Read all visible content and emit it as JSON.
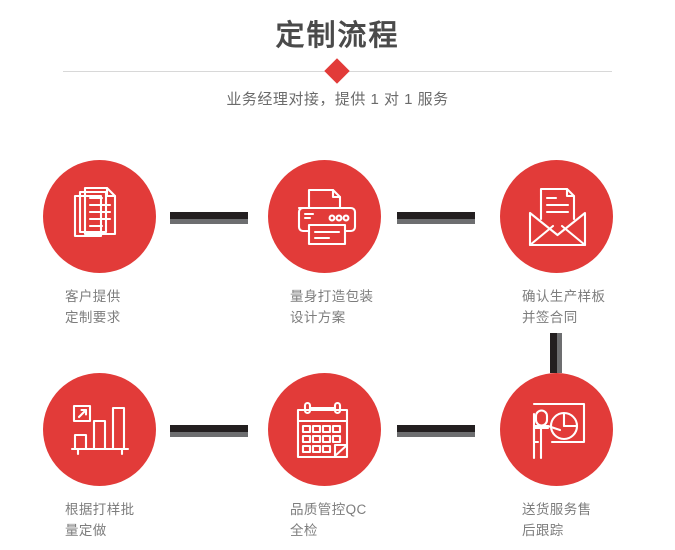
{
  "header": {
    "title": "定制流程",
    "subtitle": "业务经理对接，提供 1 对 1 服务",
    "divider_icon": "diamond-marker",
    "title_color": "#4a4a4a",
    "accent_color": "#e23b39",
    "divider_color": "#d8d8d8",
    "subtitle_color": "#6b6b6b"
  },
  "theme": {
    "circle_color": "#e23b39",
    "connector_color": "#231f20",
    "connector_shadow_color": "#6d6e70",
    "label_color": "#7d7d7d",
    "background": "#ffffff"
  },
  "steps": [
    {
      "index": "1",
      "icon": "documents-stack-icon",
      "label": "客户提供\n定制要求"
    },
    {
      "index": "2",
      "icon": "printer-icon",
      "label": "量身打造包装\n设计方案"
    },
    {
      "index": "3",
      "icon": "open-envelope-document-icon",
      "label": "确认生产样板\n并签合同"
    },
    {
      "index": "4",
      "icon": "bar-chart-growth-icon",
      "label": "根据打样批\n量定做"
    },
    {
      "index": "5",
      "icon": "calendar-icon",
      "label": "品质管控QC\n全检"
    },
    {
      "index": "6",
      "icon": "presenter-pie-chart-icon",
      "label": "送货服务售\n后跟踪"
    }
  ],
  "connectors": [
    {
      "name": "connector-1-2",
      "orientation": "horizontal"
    },
    {
      "name": "connector-2-3",
      "orientation": "horizontal"
    },
    {
      "name": "connector-3-6",
      "orientation": "vertical"
    },
    {
      "name": "connector-4-5",
      "orientation": "horizontal"
    },
    {
      "name": "connector-5-6",
      "orientation": "horizontal"
    }
  ]
}
